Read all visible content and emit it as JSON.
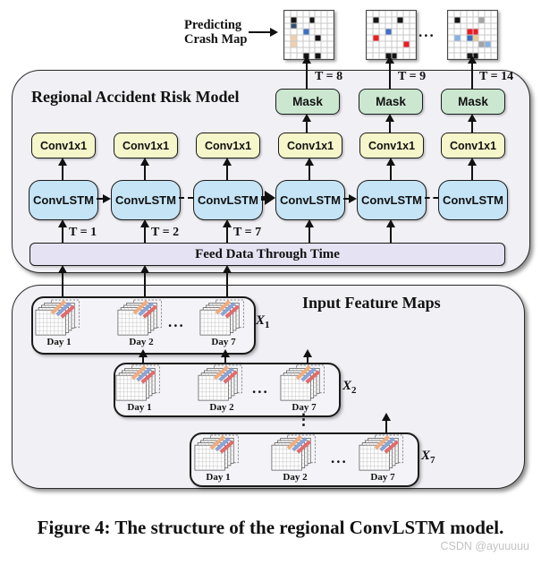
{
  "top": {
    "predicting_line1": "Predicting",
    "predicting_line2": "Crash Map",
    "ellipsis": "..."
  },
  "crash_maps": {
    "grid": {
      "rows": 8,
      "cols": 8
    },
    "colors": {
      "black": "#141414",
      "navy": "#31506e",
      "blue": "#3f6fc1",
      "lightblue": "#85b2e2",
      "peach": "#f4cfad",
      "red": "#ed1c24",
      "tan": "#eeca8b",
      "gray": "#a3a3a3"
    },
    "maps": [
      {
        "t_label": "T = 8",
        "cells": [
          [
            1,
            1,
            "black"
          ],
          [
            1,
            4,
            "black"
          ],
          [
            2,
            1,
            "navy"
          ],
          [
            3,
            3,
            "blue"
          ],
          [
            4,
            1,
            "peach"
          ],
          [
            5,
            1,
            "peach"
          ],
          [
            4,
            5,
            "black"
          ],
          [
            7,
            3,
            "black"
          ],
          [
            7,
            5,
            "black"
          ]
        ]
      },
      {
        "t_label": "T = 9",
        "cells": [
          [
            1,
            1,
            "black"
          ],
          [
            1,
            5,
            "black"
          ],
          [
            3,
            3,
            "blue"
          ],
          [
            4,
            1,
            "red"
          ],
          [
            5,
            6,
            "red"
          ],
          [
            7,
            3,
            "black"
          ],
          [
            7,
            4,
            "black"
          ]
        ]
      },
      {
        "t_label": "T = 14",
        "cells": [
          [
            1,
            1,
            "black"
          ],
          [
            1,
            5,
            "gray"
          ],
          [
            3,
            3,
            "red"
          ],
          [
            3,
            4,
            "red"
          ],
          [
            4,
            1,
            "lightblue"
          ],
          [
            4,
            3,
            "blue"
          ],
          [
            4,
            4,
            "tan"
          ],
          [
            5,
            5,
            "gray"
          ],
          [
            5,
            6,
            "lightblue"
          ],
          [
            7,
            3,
            "black"
          ],
          [
            7,
            4,
            "black"
          ]
        ]
      }
    ]
  },
  "model": {
    "title": "Regional Accident Risk Model",
    "mask_label": "Mask",
    "conv1x1_label": "Conv1x1",
    "convlstm_label": "ConvLSTM",
    "feed_bar_label": "Feed Data Through Time",
    "encoder_time_labels": [
      "T = 1",
      "T = 2",
      "T = 7"
    ],
    "colors": {
      "container": "#f0f0f5",
      "mask": "#cbe7d0",
      "conv1x1": "#f6f6cb",
      "convlstm": "#c5e4f5",
      "feed_bar": "#e5e3f3"
    }
  },
  "inputs": {
    "title": "Input Feature Maps",
    "vertical_ellipsis": "⋮",
    "rows": [
      {
        "label_base": "X",
        "label_sub": "1",
        "days": [
          "Day 1",
          "Day 2",
          "Day 7"
        ],
        "ellipsis": "..."
      },
      {
        "label_base": "X",
        "label_sub": "2",
        "days": [
          "Day 1",
          "Day 2",
          "Day 7"
        ],
        "ellipsis": "..."
      },
      {
        "label_base": "X",
        "label_sub": "7",
        "days": [
          "Day 1",
          "Day 2",
          "Day 7"
        ],
        "ellipsis": "..."
      }
    ]
  },
  "caption": {
    "text": "Figure 4: The structure of the regional ConvLSTM model."
  },
  "watermark": {
    "text": "CSDN @ayuuuuu"
  }
}
